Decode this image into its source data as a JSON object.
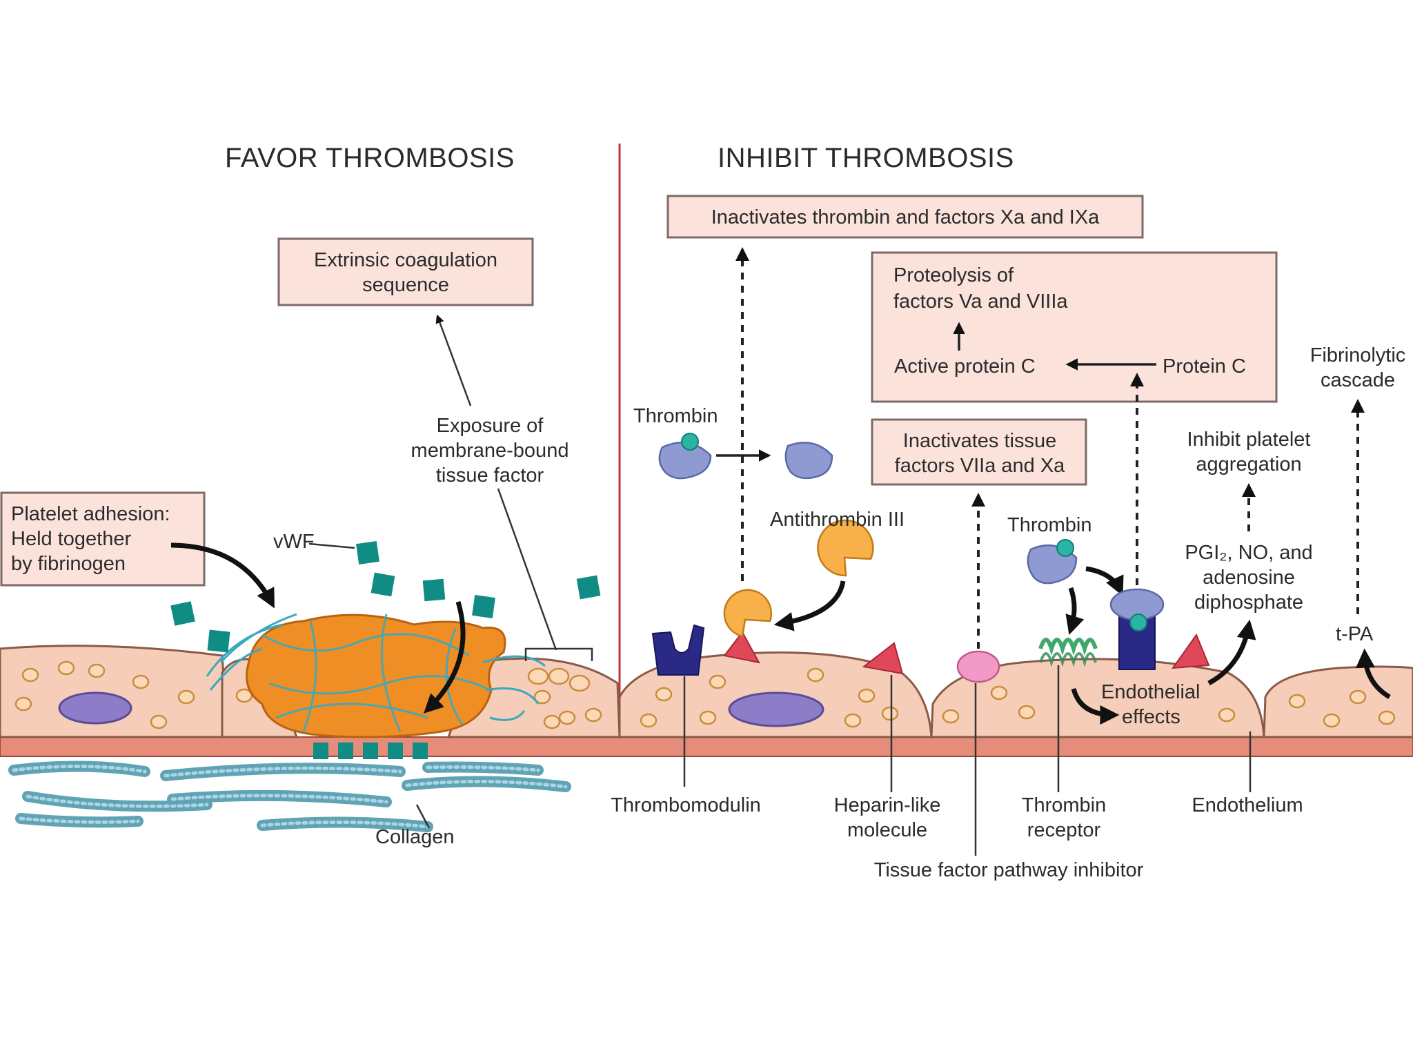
{
  "headings": {
    "favor": "FAVOR THROMBOSIS",
    "inhibit": "INHIBIT THROMBOSIS"
  },
  "boxes": {
    "extrinsic": [
      "Extrinsic coagulation",
      "sequence"
    ],
    "inactivates_thrombin": "Inactivates thrombin and factors Xa and IXa",
    "proteolysis": [
      "Proteolysis of",
      "factors Va and VIIIa"
    ],
    "active_protein_c": "Active protein C",
    "protein_c": "Protein C",
    "inactivates_tissue": [
      "Inactivates tissue",
      "factors VIIa and Xa"
    ],
    "platelet_adhesion": [
      "Platelet adhesion:",
      "Held together",
      "by fibrinogen"
    ]
  },
  "labels": {
    "exposure": [
      "Exposure of",
      "membrane-bound",
      "tissue factor"
    ],
    "vwf": "vWF",
    "collagen": "Collagen",
    "thrombin_top": "Thrombin",
    "antithrombin": "Antithrombin III",
    "thrombin_mid": "Thrombin",
    "inhibit_platelet": [
      "Inhibit platelet",
      "aggregation"
    ],
    "pgi": [
      "PGI₂, NO, and",
      "adenosine",
      "diphosphate"
    ],
    "fibrinolytic": [
      "Fibrinolytic",
      "cascade"
    ],
    "tpa": "t-PA",
    "endothelial_effects": [
      "Endothelial",
      "effects"
    ],
    "thrombomodulin": "Thrombomodulin",
    "heparin": [
      "Heparin-like",
      "molecule"
    ],
    "thrombin_receptor": [
      "Thrombin",
      "receptor"
    ],
    "endothelium": "Endothelium",
    "tfpi": "Tissue factor pathway inhibitor"
  },
  "colors": {
    "box_fill": "#fbe3dc",
    "cell_fill": "#f6cdb8",
    "divider": "#c0393b",
    "clot": "#ee8e25",
    "vwf": "#0f8d84",
    "collagen": "#5fa3b5"
  }
}
